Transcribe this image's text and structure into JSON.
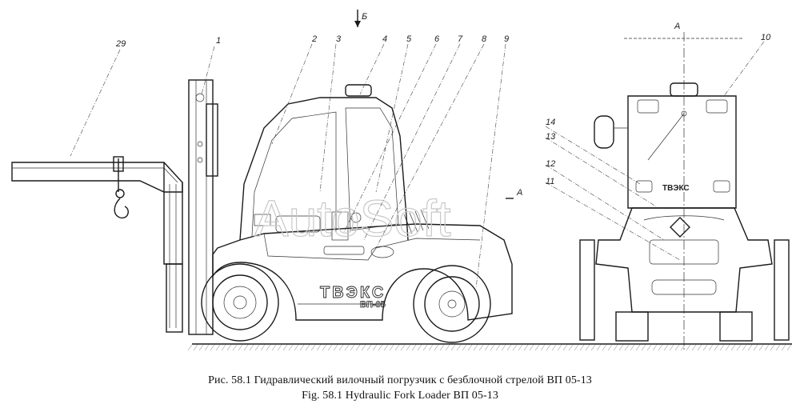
{
  "caption": {
    "ru": "Рис. 58.1  Гидравлический вилочный погрузчик с безблочной стрелой ВП 05-13",
    "en": "Fig. 58.1  Hydraulic Fork Loader ВП 05-13"
  },
  "view_labels": {
    "top_section": "Б",
    "view_a": "А",
    "section_a": "А"
  },
  "callouts": [
    "1",
    "2",
    "3",
    "4",
    "5",
    "6",
    "7",
    "8",
    "9",
    "10",
    "11",
    "12",
    "13",
    "14",
    "29"
  ],
  "vehicle_markings": {
    "brand": "ТВЭКС",
    "model": "ВП-05",
    "rear_brand": "ТВЭКС"
  },
  "watermark": "AutoSoft",
  "colors": {
    "line": "#1a1a1a",
    "paper": "#ffffff",
    "watermark": "#c9c9c9"
  }
}
